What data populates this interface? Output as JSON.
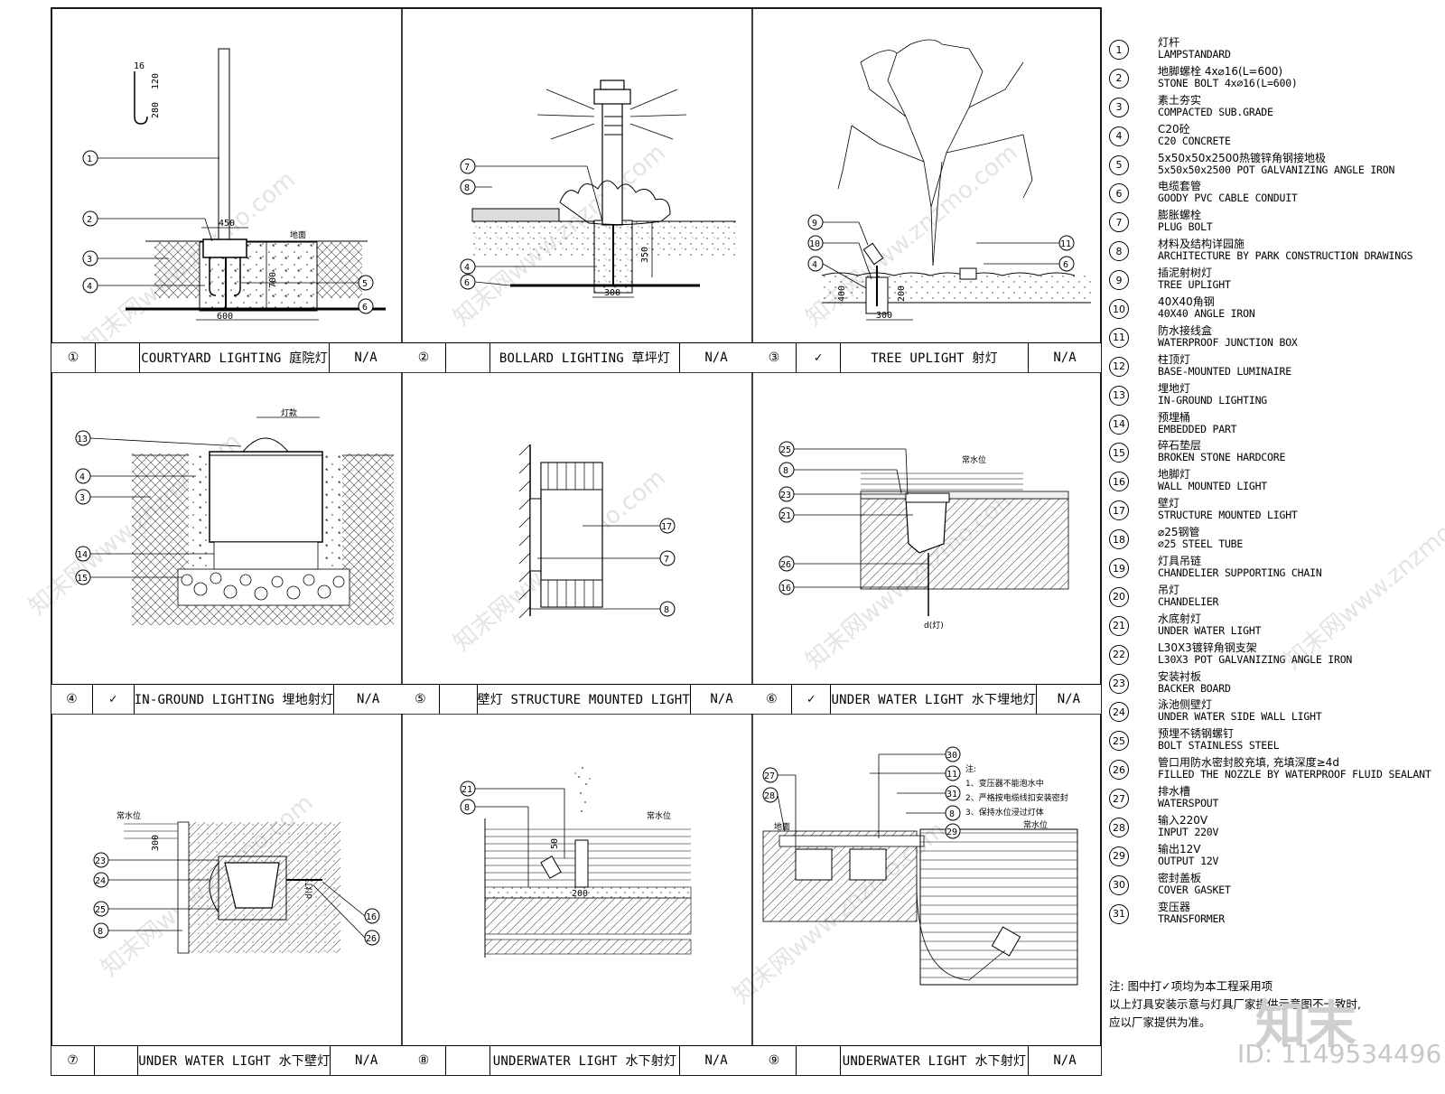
{
  "panels": [
    {
      "num": "①",
      "check": "",
      "title": "COURTYARD LIGHTING 庭院灯",
      "scale": "N/A",
      "labels": {
        "dim_top": "16",
        "dim_a": "280",
        "dim_b": "120",
        "dim_450": "450",
        "dim_600": "600",
        "dim_700": "700",
        "ground": "地面",
        "c1": "1",
        "c2": "2",
        "c3": "3",
        "c4": "4",
        "c5": "5",
        "c6": "6"
      }
    },
    {
      "num": "②",
      "check": "",
      "title": "BOLLARD LIGHTING 草坪灯",
      "scale": "N/A",
      "labels": {
        "dim_350": "350",
        "dim_300": "300",
        "c7": "7",
        "c8": "8",
        "c4": "4",
        "c6": "6"
      }
    },
    {
      "num": "③",
      "check": "✓",
      "title": "TREE UPLIGHT 射灯",
      "scale": "N/A",
      "labels": {
        "dim_400": "400",
        "dim_200": "200",
        "dim_300": "300",
        "c9": "9",
        "c10": "10",
        "c4": "4",
        "c11": "11",
        "c6": "6"
      }
    },
    {
      "num": "④",
      "check": "✓",
      "title": "IN-GROUND LIGHTING 埋地射灯",
      "scale": "N/A",
      "labels": {
        "dim_top": "灯款",
        "c13": "13",
        "c4": "4",
        "c3": "3",
        "c14": "14",
        "c15": "15"
      }
    },
    {
      "num": "⑤",
      "check": "",
      "title": "壁灯 STRUCTURE MOUNTED LIGHT",
      "scale": "N/A",
      "labels": {
        "c17": "17",
        "c7": "7",
        "c8": "8"
      }
    },
    {
      "num": "⑥",
      "check": "✓",
      "title": "UNDER WATER LIGHT 水下埋地灯",
      "scale": "N/A",
      "labels": {
        "water": "常水位",
        "depth": "d(灯)",
        "c25": "25",
        "c8": "8",
        "c23": "23",
        "c21": "21",
        "c26": "26",
        "c16": "16"
      }
    },
    {
      "num": "⑦",
      "check": "",
      "title": "UNDER WATER LIGHT 水下壁灯",
      "scale": "N/A",
      "labels": {
        "water": "常水位",
        "dim_300": "300",
        "depth": "d(灯)",
        "c23": "23",
        "c24": "24",
        "c25": "25",
        "c8": "8",
        "c16": "16",
        "c26": "26"
      }
    },
    {
      "num": "⑧",
      "check": "",
      "title": "UNDERWATER LIGHT 水下射灯",
      "scale": "N/A",
      "labels": {
        "water": "常水位",
        "dim_50": "50",
        "dim_200": "200",
        "c21": "21",
        "c8": "8"
      }
    },
    {
      "num": "⑨",
      "check": "",
      "title": "UNDERWATER LIGHT 水下射灯",
      "scale": "N/A",
      "labels": {
        "ground": "地面",
        "water": "常水位",
        "note_title": "注:",
        "note1": "1、变压器不能泡水中",
        "note2": "2、严格按电缆线扣安装密封",
        "note3": "3、保持水位浸过灯体",
        "c27": "27",
        "c28": "28",
        "c30": "30",
        "c11": "11",
        "c31": "31",
        "c8": "8",
        "c29": "29"
      }
    }
  ],
  "legend": [
    {
      "num": "1",
      "cn": "灯杆",
      "en": "LAMPSTANDARD"
    },
    {
      "num": "2",
      "cn": "地脚螺栓 4x⌀16(L=600)",
      "en": "STONE BOLT 4x⌀16(L=600)"
    },
    {
      "num": "3",
      "cn": "素土夯实",
      "en": "COMPACTED SUB.GRADE"
    },
    {
      "num": "4",
      "cn": "C20砼",
      "en": "C20 CONCRETE"
    },
    {
      "num": "5",
      "cn": "5x50x50x2500热镀锌角钢接地极",
      "en": "5x50x50x2500 POT GALVANIZING ANGLE IRON"
    },
    {
      "num": "6",
      "cn": "电缆套管",
      "en": "GOODY PVC CABLE CONDUIT"
    },
    {
      "num": "7",
      "cn": "膨胀螺栓",
      "en": "PLUG BOLT"
    },
    {
      "num": "8",
      "cn": "材料及结构详园施",
      "en": "ARCHITECTURE BY PARK CONSTRUCTION DRAWINGS"
    },
    {
      "num": "9",
      "cn": "插泥射树灯",
      "en": "TREE UPLIGHT"
    },
    {
      "num": "10",
      "cn": "40X40角钢",
      "en": "40X40 ANGLE IRON"
    },
    {
      "num": "11",
      "cn": "防水接线盒",
      "en": "WATERPROOF JUNCTION BOX"
    },
    {
      "num": "12",
      "cn": "柱顶灯",
      "en": "BASE-MOUNTED LUMINAIRE"
    },
    {
      "num": "13",
      "cn": "埋地灯",
      "en": "IN-GROUND LIGHTING"
    },
    {
      "num": "14",
      "cn": "预埋桶",
      "en": "EMBEDDED PART"
    },
    {
      "num": "15",
      "cn": "碎石垫层",
      "en": "BROKEN STONE HARDCORE"
    },
    {
      "num": "16",
      "cn": "地脚灯",
      "en": "WALL MOUNTED LIGHT"
    },
    {
      "num": "17",
      "cn": "壁灯",
      "en": "STRUCTURE MOUNTED LIGHT"
    },
    {
      "num": "18",
      "cn": "⌀25钢管",
      "en": "⌀25 STEEL TUBE"
    },
    {
      "num": "19",
      "cn": "灯具吊链",
      "en": "CHANDELIER SUPPORTING CHAIN"
    },
    {
      "num": "20",
      "cn": "吊灯",
      "en": "CHANDELIER"
    },
    {
      "num": "21",
      "cn": "水底射灯",
      "en": "UNDER WATER LIGHT"
    },
    {
      "num": "22",
      "cn": "L30X3镀锌角钢支架",
      "en": "L30X3 POT GALVANIZING ANGLE IRON"
    },
    {
      "num": "23",
      "cn": "安装衬板",
      "en": "BACKER BOARD"
    },
    {
      "num": "24",
      "cn": "泳池侧壁灯",
      "en": "UNDER WATER SIDE WALL LIGHT"
    },
    {
      "num": "25",
      "cn": "预埋不锈钢螺钉",
      "en": "BOLT STAINLESS STEEL"
    },
    {
      "num": "26",
      "cn": "管口用防水密封胶充填, 充填深度≥4d",
      "en": "FILLED THE NOZZLE BY WATERPROOF FLUID SEALANT"
    },
    {
      "num": "27",
      "cn": "排水槽",
      "en": "WATERSPOUT"
    },
    {
      "num": "28",
      "cn": "输入220V",
      "en": "INPUT 220V"
    },
    {
      "num": "29",
      "cn": "输出12V",
      "en": "OUTPUT 12V"
    },
    {
      "num": "30",
      "cn": "密封盖板",
      "en": "COVER GASKET"
    },
    {
      "num": "31",
      "cn": "变压器",
      "en": "TRANSFORMER"
    }
  ],
  "notes": {
    "line1": "注:  图中打✓项均为本工程采用项",
    "line2": "以上灯具安装示意与灯具厂家提供示意图不一致时,",
    "line3": "应以厂家提供为准。"
  },
  "watermark": {
    "logo": "知末",
    "id": "ID: 1149534496",
    "site": "知末网www.znzmo.com"
  }
}
